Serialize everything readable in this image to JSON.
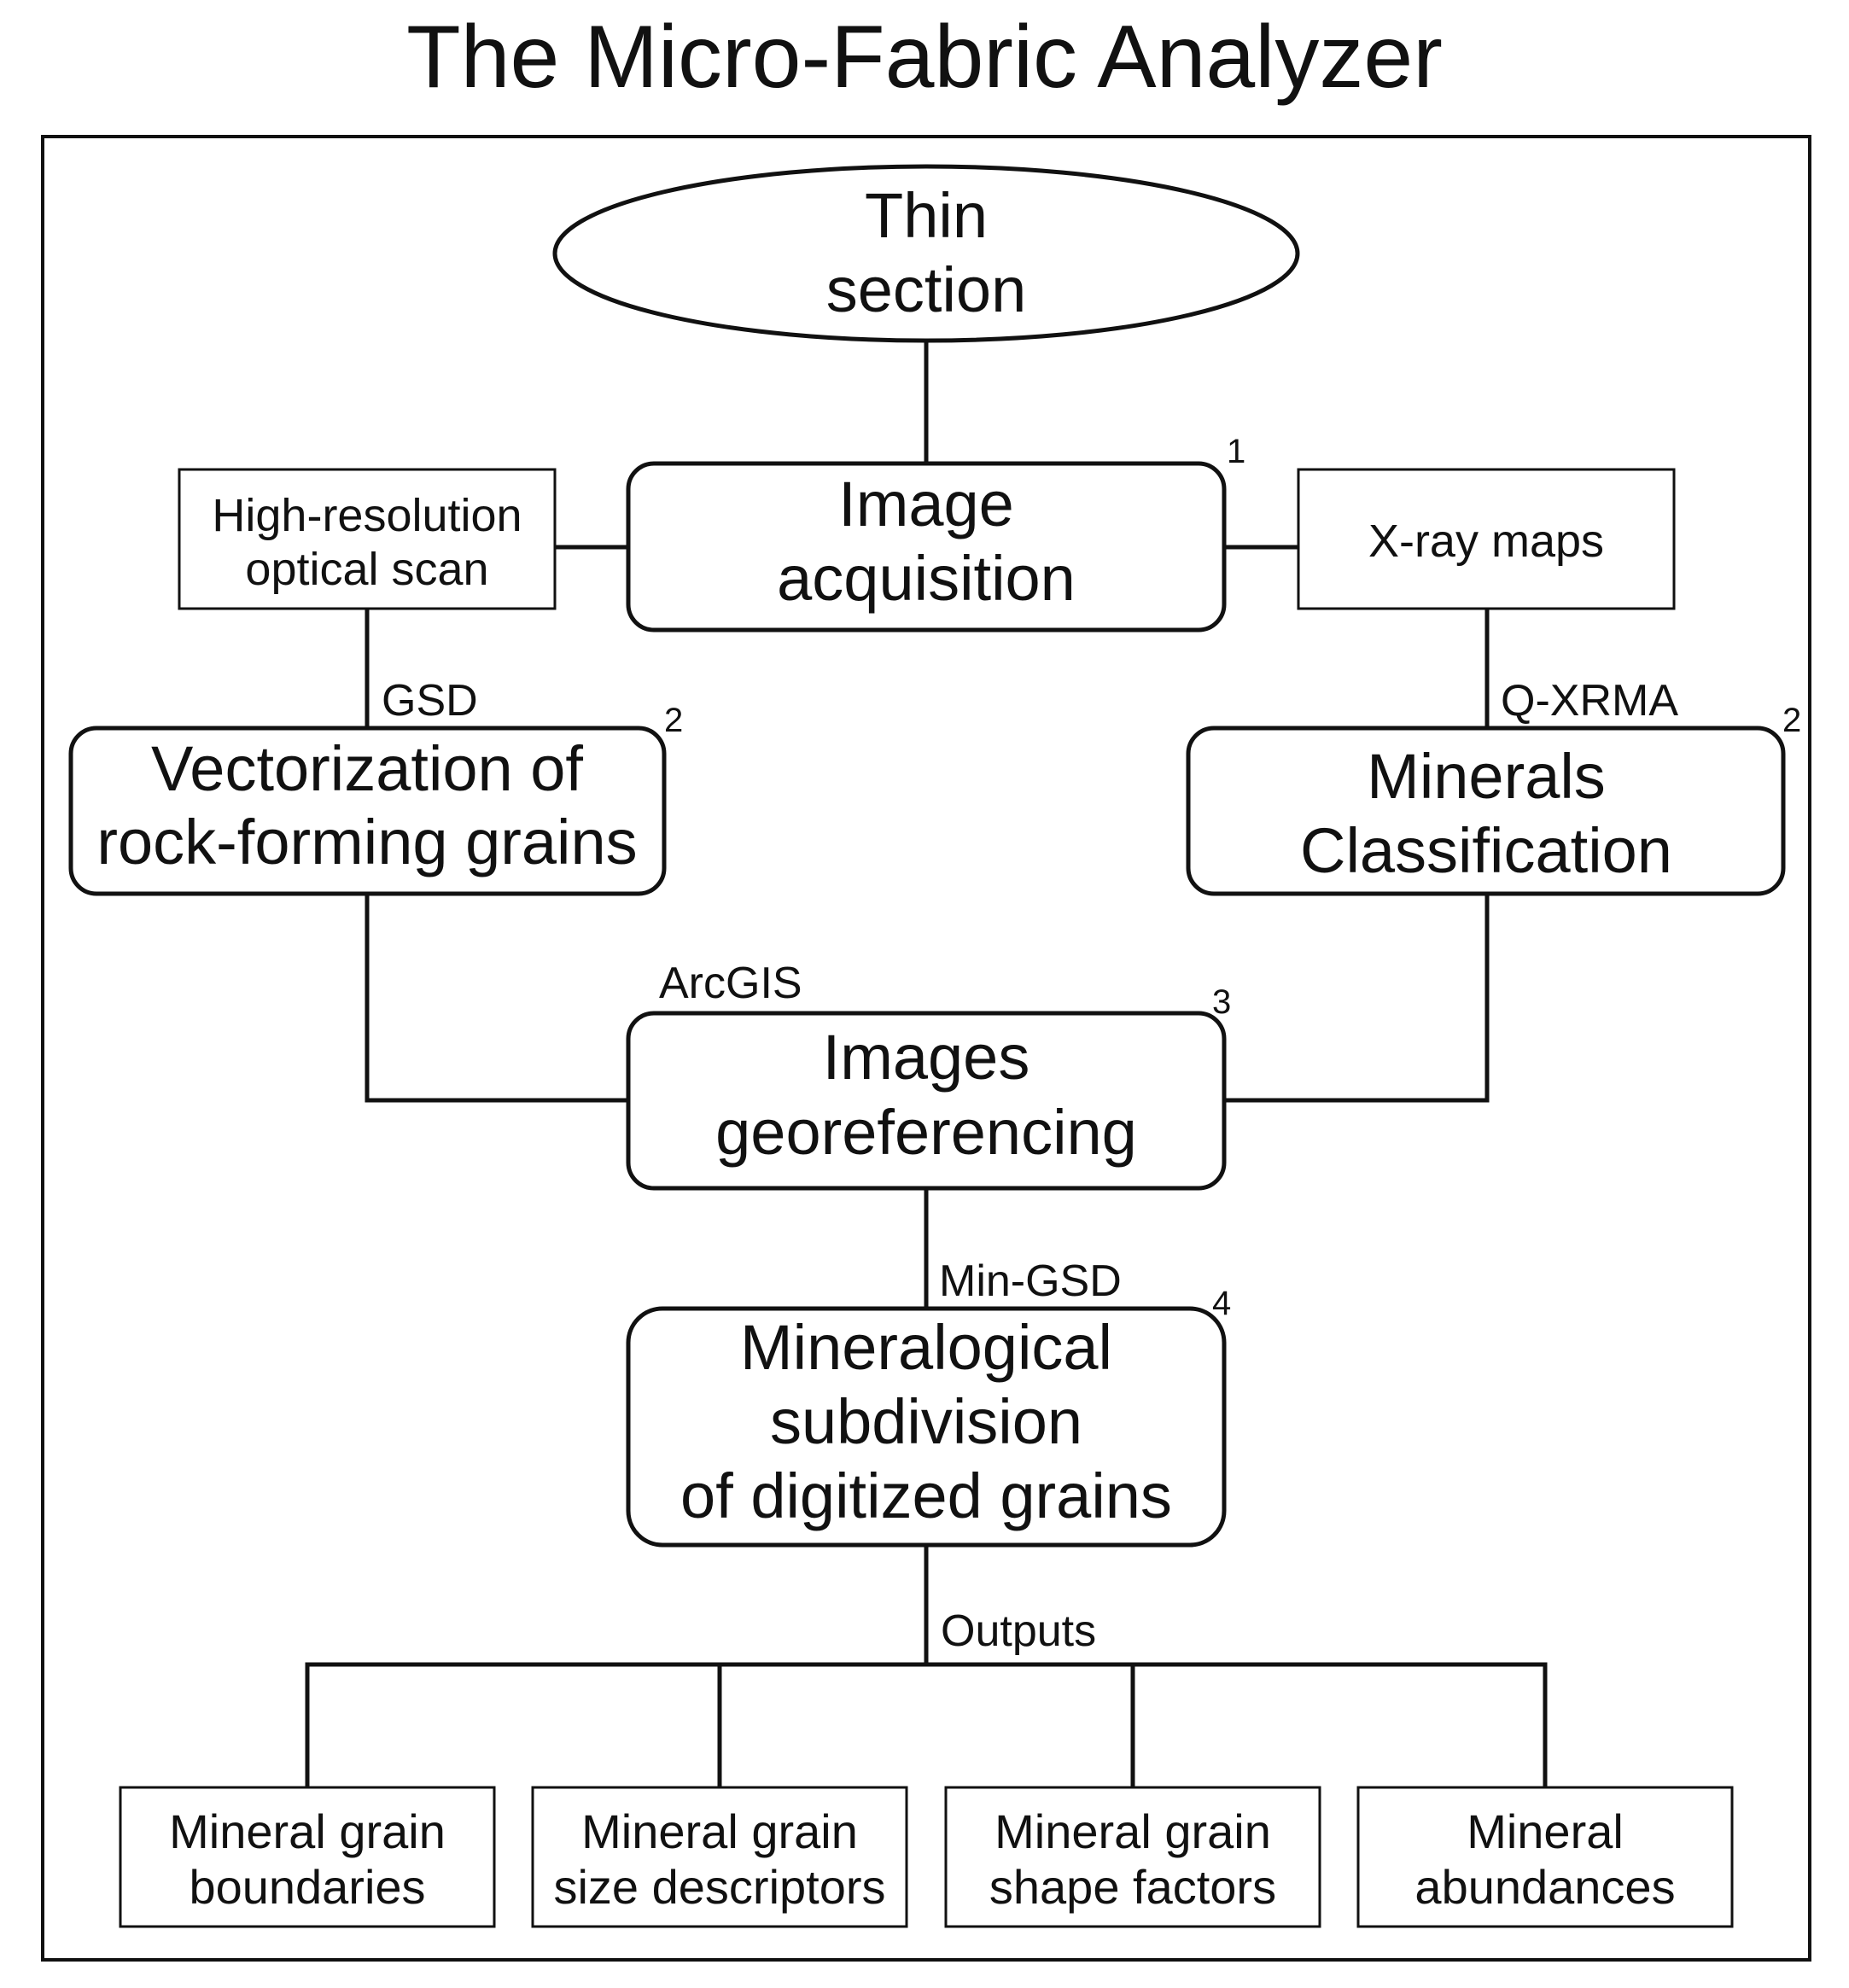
{
  "title": "The Micro-Fabric Analyzer",
  "colors": {
    "stroke": "#111111",
    "background": "#ffffff"
  },
  "nodes": {
    "thin_section": {
      "lines": [
        "Thin",
        "section"
      ]
    },
    "image_acquisition": {
      "lines": [
        "Image",
        "acquisition"
      ],
      "step": "1"
    },
    "optical_scan": {
      "lines": [
        "High-resolution",
        "optical scan"
      ]
    },
    "xray_maps": {
      "lines": [
        "X-ray maps"
      ]
    },
    "vectorization": {
      "lines": [
        "Vectorization of",
        "rock-forming grains"
      ],
      "step": "2"
    },
    "minerals_classification": {
      "lines": [
        "Minerals",
        "Classification"
      ],
      "step": "2"
    },
    "georeferencing": {
      "lines": [
        "Images",
        "georeferencing"
      ],
      "step": "3"
    },
    "mineralogical_subdivision": {
      "lines": [
        "Mineralogical",
        "subdivision",
        "of digitized grains"
      ],
      "step": "4"
    },
    "outputs": [
      {
        "lines": [
          "Mineral grain",
          "boundaries"
        ]
      },
      {
        "lines": [
          "Mineral grain",
          "size descriptors"
        ]
      },
      {
        "lines": [
          "Mineral grain",
          "shape factors"
        ]
      },
      {
        "lines": [
          "Mineral",
          "abundances"
        ]
      }
    ]
  },
  "edge_labels": {
    "gsd": "GSD",
    "qxrma": "Q-XRMA",
    "arcgis": "ArcGIS",
    "min_gsd": "Min-GSD",
    "outputs": "Outputs"
  }
}
